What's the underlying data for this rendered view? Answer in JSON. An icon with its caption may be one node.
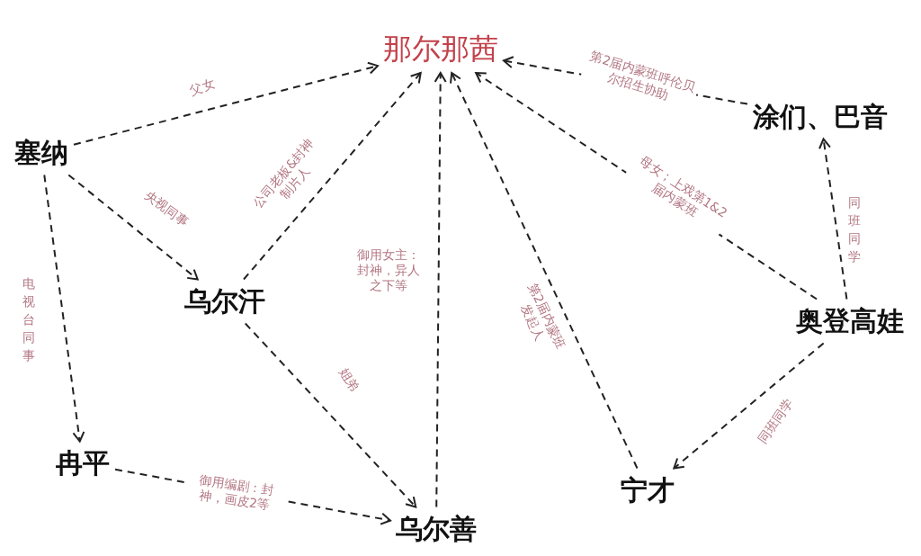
{
  "diagram": {
    "nodes": [
      {
        "text": [
          "那尔那茜"
        ]
      },
      {
        "text": [
          "涂们、巴音"
        ]
      },
      {
        "text": [
          "塞纳"
        ]
      },
      {
        "text": [
          "乌尔汗"
        ]
      },
      {
        "text": [
          "奥登高娃"
        ]
      },
      {
        "text": [
          "冉平"
        ]
      },
      {
        "text": [
          "宁才"
        ]
      },
      {
        "text": [
          "乌尔善"
        ]
      }
    ],
    "edges": [
      {
        "from": 2,
        "to": 0,
        "arrow": "to",
        "label": "父女"
      },
      {
        "from": 2,
        "to": 3,
        "arrow": "to",
        "label": "央视同事"
      },
      {
        "from": 2,
        "to": 5,
        "arrow": "to",
        "label": "电视台同事"
      },
      {
        "from": 3,
        "to": 0,
        "arrow": "to",
        "label": "公司老板&封神制片人"
      },
      {
        "from": 3,
        "to": 7,
        "arrow": "to",
        "label": "姐弟"
      },
      {
        "from": 5,
        "to": 7,
        "arrow": "to",
        "label": "御用编剧：封神，画皮2等"
      },
      {
        "from": 7,
        "to": 0,
        "arrow": "to",
        "label": "御用女主：封神，异人之下等"
      },
      {
        "from": 6,
        "to": 0,
        "arrow": "to",
        "label": "第2届内蒙班发起人"
      },
      {
        "from": 4,
        "to": 0,
        "arrow": "to",
        "label": "母女；上戏第1&2届内蒙班"
      },
      {
        "from": 1,
        "to": 0,
        "arrow": "to",
        "label": "第2届内蒙班呼伦贝尔招生协助"
      },
      {
        "from": 4,
        "to": 1,
        "arrow": "to",
        "label": "同班同学"
      },
      {
        "from": 4,
        "to": 6,
        "arrow": "to",
        "label": "同班同学"
      }
    ]
  }
}
